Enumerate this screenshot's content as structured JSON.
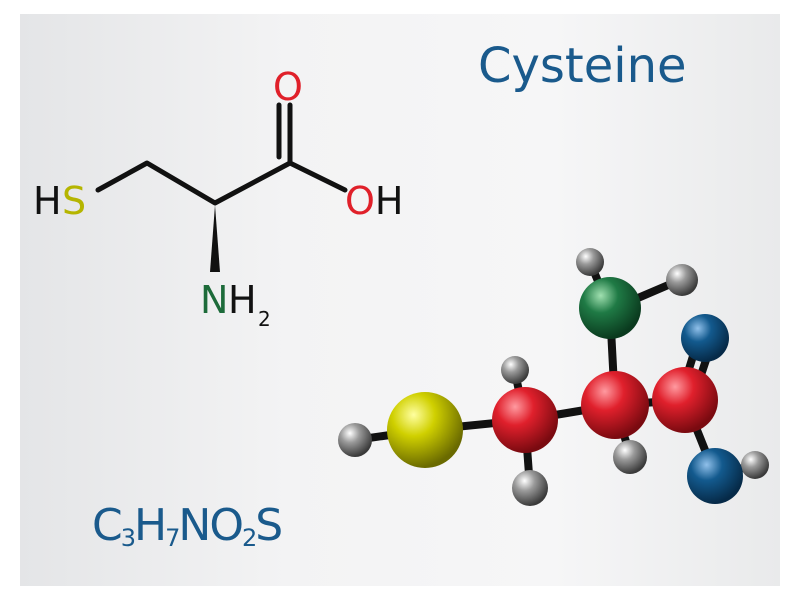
{
  "title": "Cysteine",
  "formula": {
    "parts": [
      {
        "el": "C",
        "n": "3"
      },
      {
        "el": "H",
        "n": "7"
      },
      {
        "el": "N",
        "n": ""
      },
      {
        "el": "O",
        "n": "2"
      },
      {
        "el": "S",
        "n": ""
      }
    ]
  },
  "structure_labels": {
    "hs_h": "H",
    "hs_s": "S",
    "o": "O",
    "oh": "OH",
    "n": "N",
    "h2": "H",
    "h2_sub": "2"
  },
  "colors": {
    "title": "#1a5a8c",
    "oxygen": "#e0202a",
    "sulfur": "#b5b500",
    "nitrogen": "#1d6b3a",
    "carbon_ball": "#d8202c",
    "oxygen_ball": "#135a8e",
    "nitrogen_ball": "#1f7a45",
    "sulfur_ball": "#c8c800",
    "hydrogen_ball": "#8a8a8a"
  }
}
